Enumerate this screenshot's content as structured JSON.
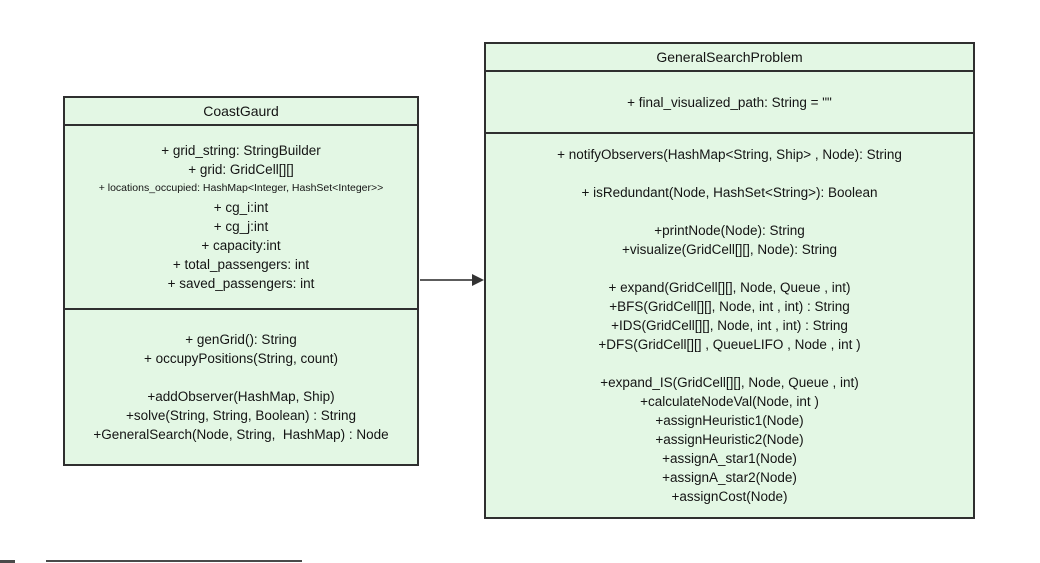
{
  "diagram": {
    "type": "uml-class-diagram",
    "colors": {
      "class_fill": "#e3f7e4",
      "class_border": "#2f2f2f",
      "text": "#141414",
      "arrow_line": "#5c5c5c",
      "arrow_head": "#333333"
    },
    "left_class": {
      "title": "CoastGaurd",
      "attributes": [
        "+ grid_string: StringBuilder",
        "+ grid: GridCell[][]",
        "+ locations_occupied: HashMap<Integer, HashSet<Integer>>",
        "+ cg_i:int",
        "+ cg_j:int",
        "+ capacity:int",
        "+ total_passengers: int",
        "+ saved_passengers: int"
      ],
      "methods": [
        "+ genGrid(): String",
        "+ occupyPositions(String, count)",
        "",
        "+addObserver(HashMap, Ship)",
        "+solve(String, String, Boolean) : String",
        "+GeneralSearch(Node, String,  HashMap) : Node"
      ]
    },
    "right_class": {
      "title": "GeneralSearchProblem",
      "attributes": [
        "+ final_visualized_path: String = \"\""
      ],
      "methods": [
        "+ notifyObservers(HashMap<String, Ship> , Node): String",
        "",
        "+ isRedundant(Node, HashSet<String>): Boolean",
        "",
        "+printNode(Node): String",
        "+visualize(GridCell[][], Node): String",
        "",
        "+ expand(GridCell[][], Node, Queue , int)",
        "+BFS(GridCell[][], Node, int , int) : String",
        "+IDS(GridCell[][], Node, int , int) : String",
        "+DFS(GridCell[][] , QueueLIFO , Node , int )",
        "",
        "+expand_IS(GridCell[][], Node, Queue , int)",
        "+calculateNodeVal(Node, int )",
        "+assignHeuristic1(Node)",
        "+assignHeuristic2(Node)",
        "+assignA_star1(Node)",
        "+assignA_star2(Node)",
        "+assignCost(Node)"
      ]
    },
    "connector": {
      "description": "directed association arrow from CoastGaurd to GeneralSearchProblem"
    }
  }
}
